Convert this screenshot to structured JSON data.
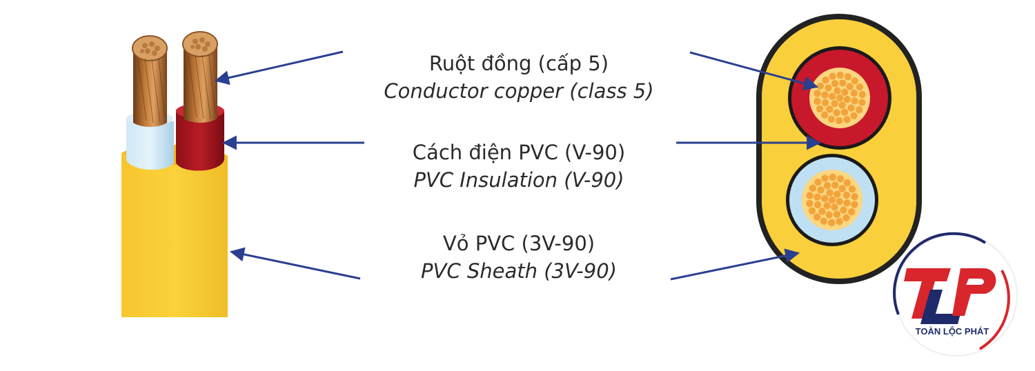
{
  "labels": {
    "conductor": {
      "vi": "Ruột đồng (cấp 5)",
      "en": "Conductor copper (class 5)"
    },
    "insulation": {
      "vi": "Cách điện PVC (V-90)",
      "en": "PVC Insulation (V-90)"
    },
    "sheath": {
      "vi": "Vỏ PVC (3V-90)",
      "en": "PVC Sheath (3V-90)"
    }
  },
  "logo": {
    "initials": "TLP",
    "name": "TOÀN LỘC PHÁT"
  },
  "colors": {
    "sheath": "#f5c83a",
    "insulation_red": "#c8182b",
    "insulation_blue": "#bfe0f2",
    "copper": "#f2a43c",
    "arrow": "#2a3f8f",
    "logo_red": "#d8262c",
    "logo_navy": "#1f2a6b"
  }
}
